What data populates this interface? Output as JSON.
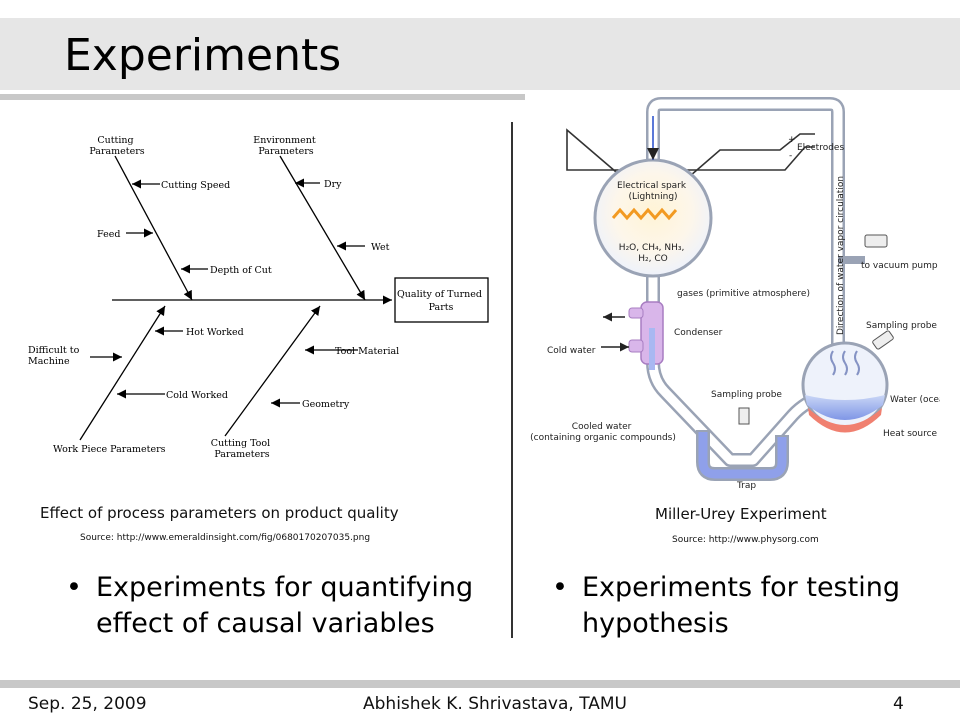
{
  "slide": {
    "title": "Experiments"
  },
  "left": {
    "diagram": {
      "cutting_parameters": [
        "Cutting",
        "Parameters"
      ],
      "environment_parameters": [
        "Environment",
        "Parameters"
      ],
      "cutting_speed": "Cutting Speed",
      "dry": "Dry",
      "feed": "Feed",
      "wet": "Wet",
      "depth_of_cut": "Depth of Cut",
      "quality": [
        "Quality of Turned",
        "Parts"
      ],
      "hot_worked": "Hot Worked",
      "tool_material": "Tool Material",
      "difficult_to_machine": [
        "Difficult to",
        "Machine"
      ],
      "cold_worked": "Cold Worked",
      "geometry": "Geometry",
      "work_piece_parameters": "Work Piece Parameters",
      "cutting_tool_parameters": [
        "Cutting Tool",
        "Parameters"
      ]
    },
    "caption": "Effect of process parameters on product quality",
    "source": "Source: http://www.emeraldinsight.com/fig/0680170207035.png",
    "bullet": "Experiments for quantifying effect of causal variables"
  },
  "right": {
    "diagram": {
      "plus": "+",
      "electrodes": "Electrodes",
      "minus": "-",
      "spark": [
        "Electrical spark",
        "(Lightning)"
      ],
      "gases": [
        "H₂O, CH₄, NH₃,",
        "H₂, CO"
      ],
      "vacuum": "to vacuum pump",
      "circulation": "Direction of water vapor circulation",
      "primitive_atmosphere": "gases (primitive atmosphere)",
      "sampling_probe_top": "Sampling probe",
      "condenser": "Condenser",
      "cold_water": "Cold water",
      "water_ocean": "Water (ocean)",
      "sampling_probe_bottom": "Sampling probe",
      "heat_source": "Heat source",
      "cooled_water": [
        "Cooled water",
        "(containing organic compounds)"
      ],
      "trap": "Trap"
    },
    "caption": "Miller-Urey Experiment",
    "source": "Source: http://www.physorg.com",
    "bullet": "Experiments for testing hypothesis"
  },
  "footer": {
    "date": "Sep. 25, 2009",
    "author": "Abhishek K. Shrivastava, TAMU",
    "page": "4"
  }
}
